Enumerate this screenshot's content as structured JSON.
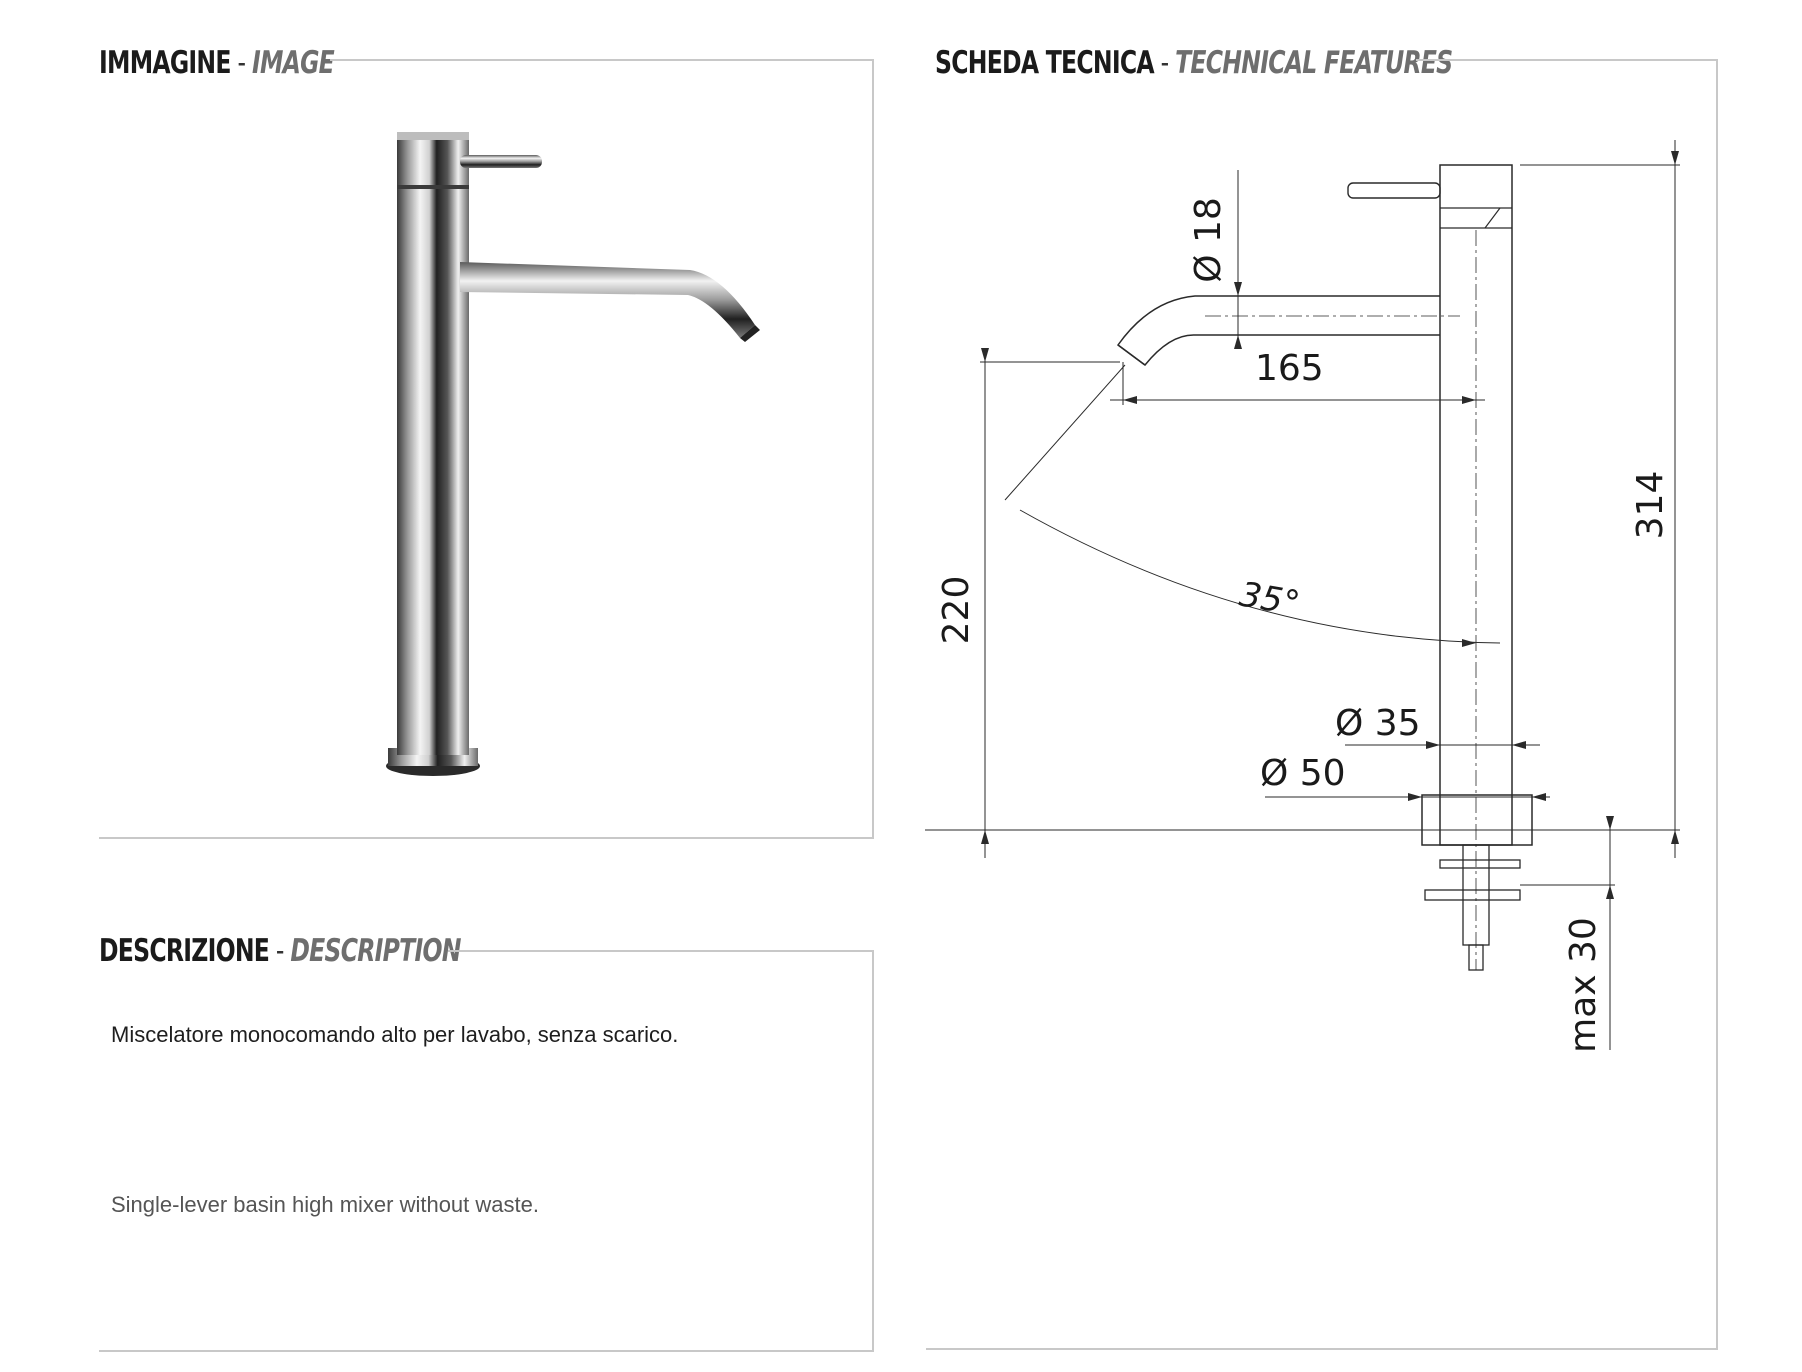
{
  "sections": {
    "image": {
      "title_it": "IMMAGINE",
      "separator": " - ",
      "title_en": "IMAGE"
    },
    "technical": {
      "title_it": "SCHEDA TECNICA",
      "separator": " - ",
      "title_en": "TECHNICAL FEATURES"
    },
    "description": {
      "title_it": "DESCRIZIONE",
      "separator": " - ",
      "title_en": "DESCRIPTION"
    }
  },
  "description": {
    "text_it": "Miscelatore monocomando alto per lavabo, senza scarico.",
    "text_en": "Single-lever basin high mixer without waste."
  },
  "dimensions": {
    "spout_diameter": "Ø 18",
    "spout_reach": "165",
    "total_height": "314",
    "spout_height": "220",
    "swivel_angle": "35°",
    "body_diameter": "Ø 35",
    "base_diameter": "Ø 50",
    "max_thickness": "max 30"
  },
  "colors": {
    "frame": "#c8c8c8",
    "title": "#1b1b1b",
    "title_en": "#6e6e6e",
    "text_en": "#555555"
  }
}
